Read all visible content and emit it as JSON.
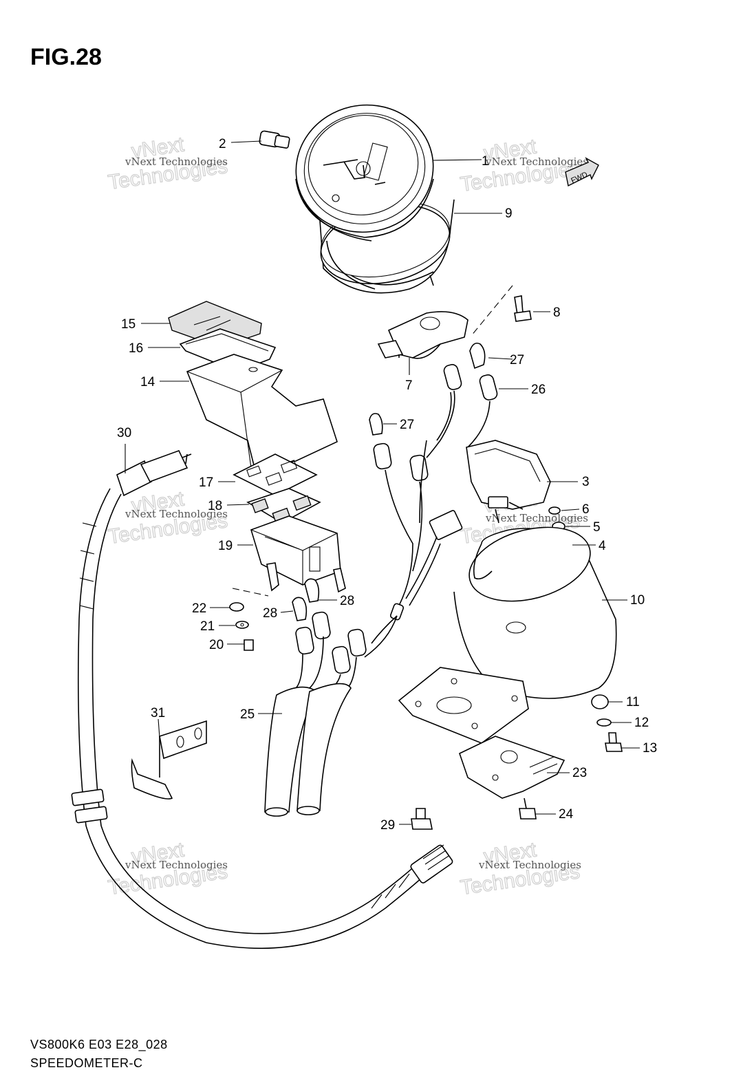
{
  "figure": {
    "title": "FIG.28",
    "model_code": "VS800K6 E03 E28_028",
    "section_name": "SPEEDOMETER-C"
  },
  "watermark": {
    "brand_line": "vNext Technologies",
    "big_line_1": "vNext",
    "big_line_2": "Technologies"
  },
  "fwd_label": "FWD",
  "callouts": [
    "1",
    "2",
    "3",
    "4",
    "5",
    "6",
    "7",
    "8",
    "9",
    "10",
    "11",
    "12",
    "13",
    "14",
    "15",
    "16",
    "17",
    "18",
    "19",
    "20",
    "21",
    "22",
    "23",
    "24",
    "25",
    "26",
    "27",
    "27",
    "28",
    "28",
    "29",
    "30",
    "31"
  ]
}
